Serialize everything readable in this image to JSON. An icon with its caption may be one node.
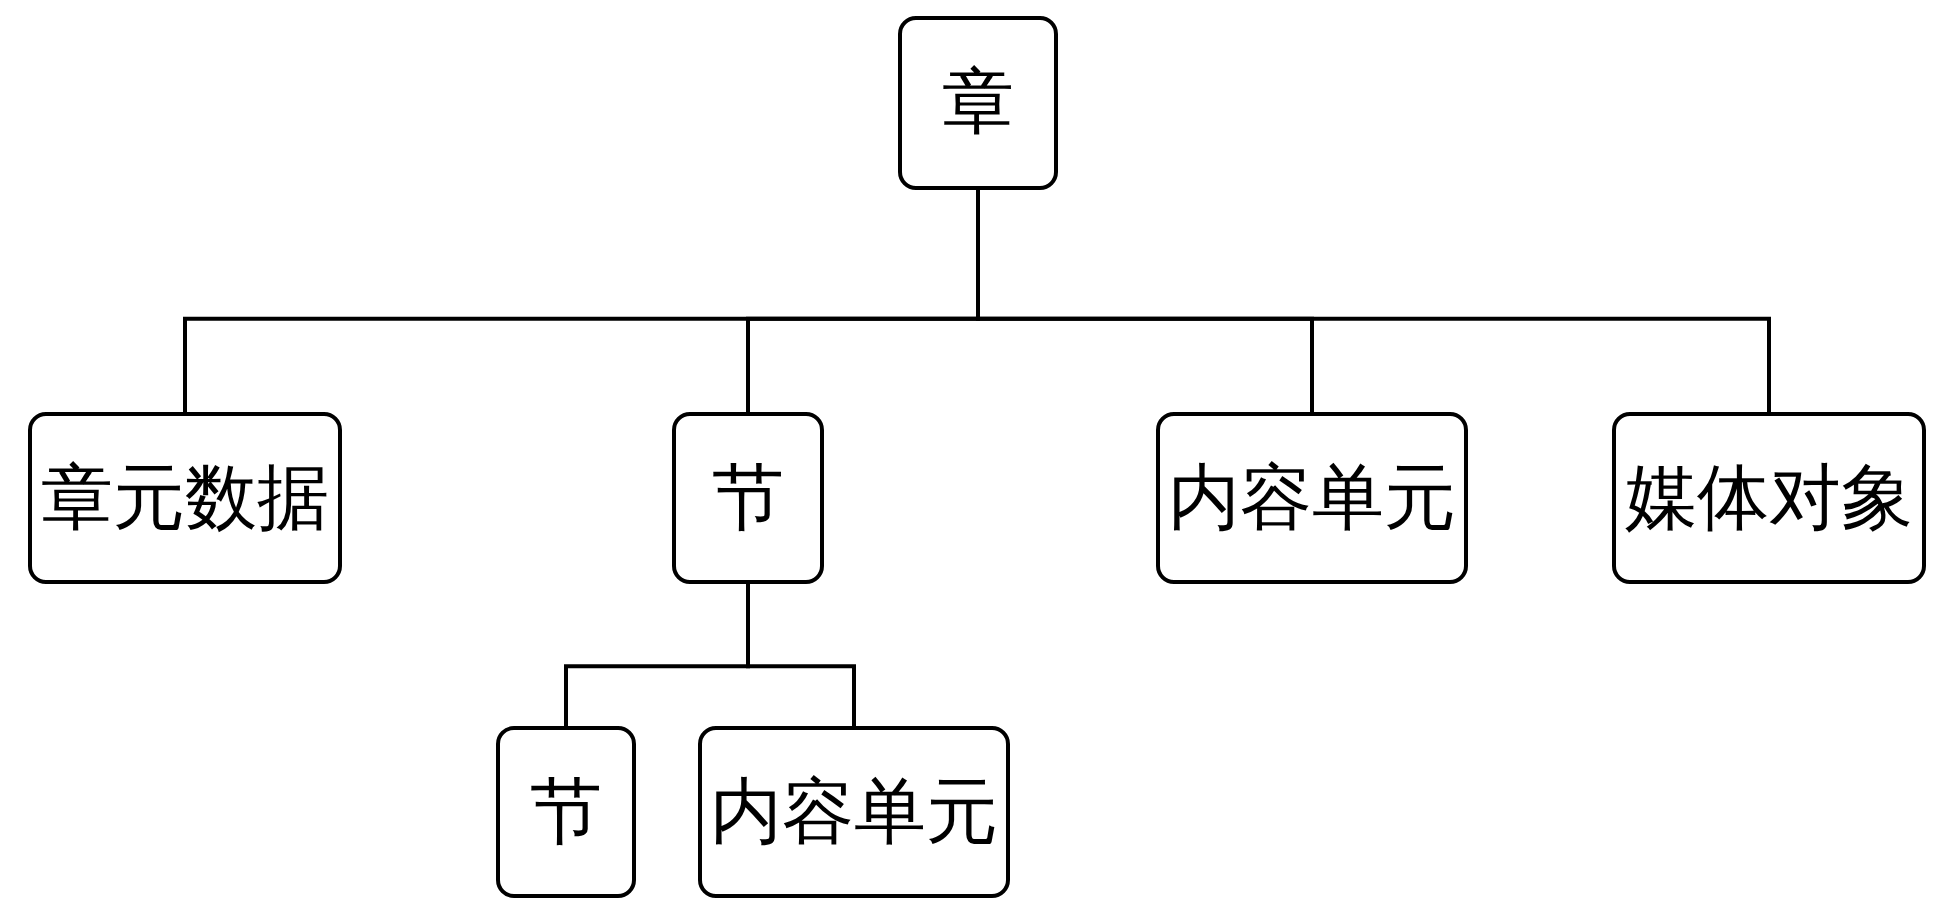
{
  "diagram": {
    "nodes": [
      {
        "text": [
          "章"
        ]
      },
      {
        "text": [
          "章元数据"
        ]
      },
      {
        "text": [
          "节"
        ]
      },
      {
        "text": [
          "内容单元"
        ]
      },
      {
        "text": [
          "媒体对象"
        ]
      },
      {
        "text": [
          "节"
        ]
      },
      {
        "text": [
          "内容单元"
        ]
      }
    ],
    "edges": [
      {
        "from": 0,
        "to": 1,
        "arrow": "none"
      },
      {
        "from": 0,
        "to": 2,
        "arrow": "none"
      },
      {
        "from": 0,
        "to": 3,
        "arrow": "none"
      },
      {
        "from": 0,
        "to": 4,
        "arrow": "none"
      },
      {
        "from": 2,
        "to": 5,
        "arrow": "none"
      },
      {
        "from": 2,
        "to": 6,
        "arrow": "none"
      }
    ]
  }
}
